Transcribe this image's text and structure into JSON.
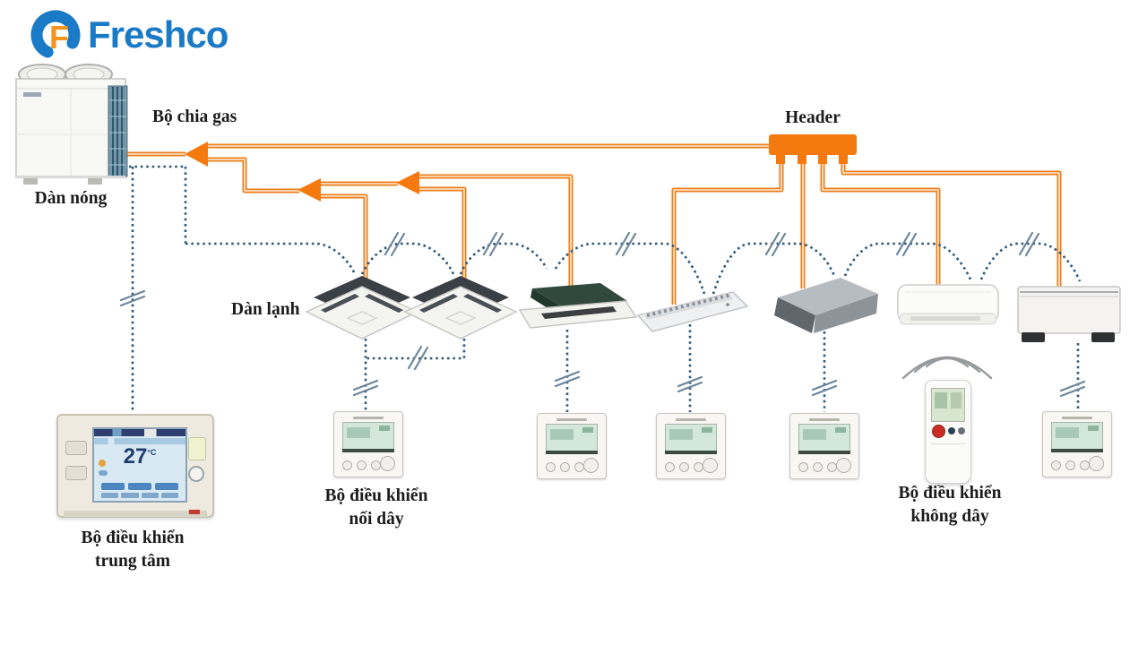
{
  "logo": {
    "brand": "Freshco",
    "icon_letter": "F"
  },
  "labels": {
    "gas_splitter": "Bộ chia gas",
    "header": "Header",
    "outdoor_unit": "Dàn nóng",
    "indoor_unit": "Dàn lạnh",
    "wired_controller": {
      "line1": "Bộ điều khiển",
      "line2": "nối dây"
    },
    "central_controller": {
      "line1": "Bộ điều khiển",
      "line2": "trung tâm"
    },
    "wireless_controller": {
      "line1": "Bộ điều khiển",
      "line2": "không dây"
    }
  },
  "central_controller_screen": {
    "temperature": "27",
    "degree_unit": "°C"
  },
  "colors": {
    "pipe": "#ed7d17",
    "refrigerant_joint": "#f4790e",
    "control_wire": "#2e5878",
    "break_mark": "#6d869b",
    "logo_blue": "#1a7ac5",
    "logo_orange": "#f7941d"
  }
}
